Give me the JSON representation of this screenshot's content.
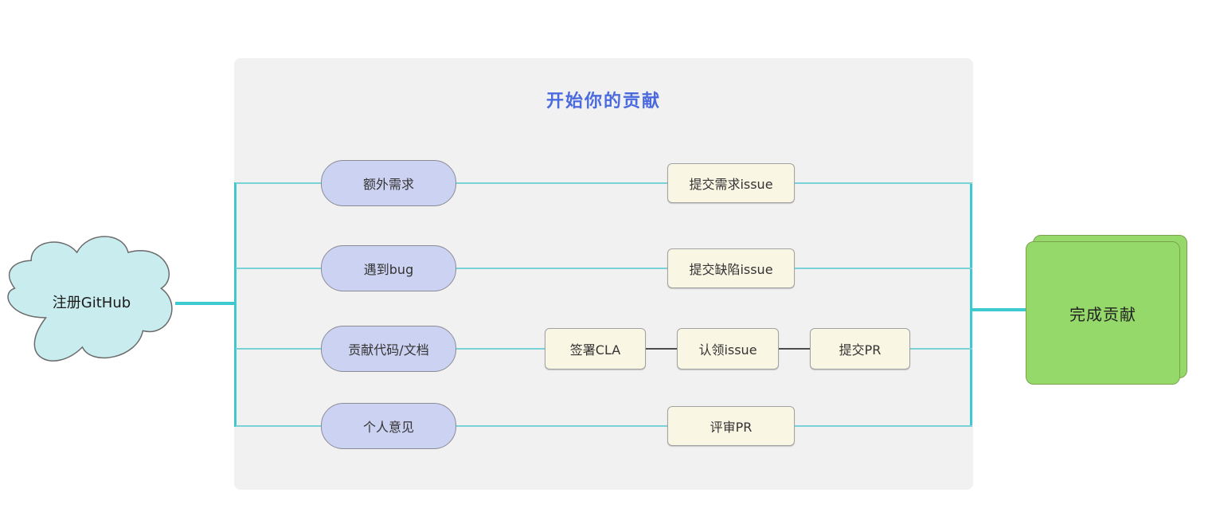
{
  "colors": {
    "main_edge_teal": "#3ec9d1",
    "branch_edge_teal": "#79d2d8",
    "step_edge_dark": "#4d4d4d",
    "cloud_fill": "#c9ecef",
    "branch_node_fill": "#ccd2f1",
    "step_node_fill": "#faf6e4",
    "end_node_fill": "#95d96b",
    "panel_fill": "#f1f1f1",
    "title_blue": "#4a6ade"
  },
  "start_node": {
    "label": "注册GitHub"
  },
  "panel": {
    "title": "开始你的贡献"
  },
  "branches": [
    {
      "source": "额外需求",
      "steps": [
        "提交需求issue"
      ]
    },
    {
      "source": "遇到bug",
      "steps": [
        "提交缺陷issue"
      ]
    },
    {
      "source": "贡献代码/文档",
      "steps": [
        "签署CLA",
        "认领issue",
        "提交PR"
      ]
    },
    {
      "source": "个人意见",
      "steps": [
        "评审PR"
      ]
    }
  ],
  "end_node": {
    "label": "完成贡献"
  }
}
